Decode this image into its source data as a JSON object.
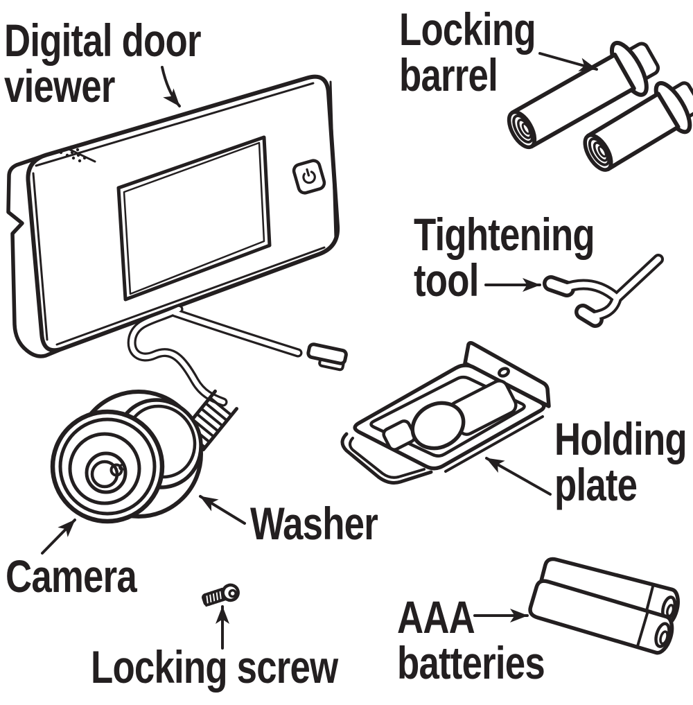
{
  "page": {
    "background": "#ffffff",
    "ink_color": "#231f20",
    "title": "Digital door viewer parts diagram"
  },
  "diagram": {
    "type": "exploded-parts-diagram",
    "product": "Digital door viewer",
    "parts": [
      {
        "id": "digital-door-viewer",
        "label": "Digital door\nviewer"
      },
      {
        "id": "locking-barrel",
        "label": "Locking\nbarrel"
      },
      {
        "id": "tightening-tool",
        "label": "Tightening\ntool"
      },
      {
        "id": "holding-plate",
        "label": "Holding\nplate"
      },
      {
        "id": "washer",
        "label": "Washer"
      },
      {
        "id": "camera",
        "label": "Camera"
      },
      {
        "id": "locking-screw",
        "label": "Locking screw"
      },
      {
        "id": "aaa-batteries",
        "label": "AAA\nbatteries"
      }
    ],
    "icons": [
      {
        "id": "power-icon",
        "meaning": "power button symbol on viewer screen unit"
      }
    ]
  }
}
